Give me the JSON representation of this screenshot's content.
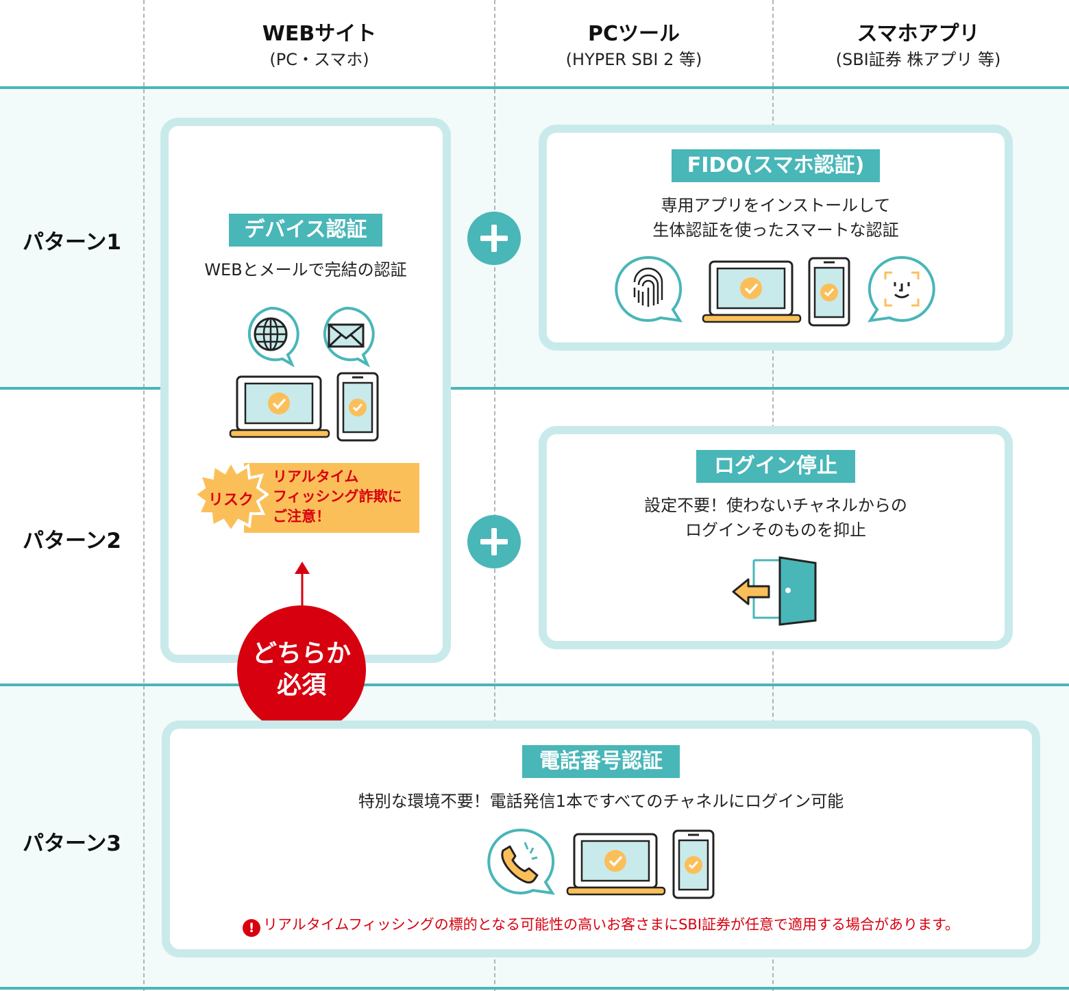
{
  "columns": [
    {
      "title": "WEBサイト",
      "subtitle": "(PC・スマホ)"
    },
    {
      "title": "PCツール",
      "subtitle": "(HYPER SBI 2 等)"
    },
    {
      "title": "スマホアプリ",
      "subtitle": "(SBI証券 株アプリ 等)"
    }
  ],
  "rows": [
    "パターン1",
    "パターン2",
    "パターン3"
  ],
  "device_auth": {
    "tag": "デバイス認証",
    "desc": "WEBとメールで完結の認証",
    "risk_badge": "リスク",
    "risk_text": [
      "リアルタイム",
      "フィッシング詐欺に",
      "ご注意！"
    ]
  },
  "fido": {
    "tag": "FIDO(スマホ認証)",
    "desc": [
      "専用アプリをインストールして",
      "生体認証を使ったスマートな認証"
    ]
  },
  "login_stop": {
    "tag": "ログイン停止",
    "desc": [
      "設定不要！使わないチャネルからの",
      "ログインそのものを抑止"
    ]
  },
  "phone_auth": {
    "tag": "電話番号認証",
    "desc": "特別な環境不要！電話発信1本ですべてのチャネルにログイン可能",
    "note": "リアルタイムフィッシングの標的となる可能性の高いお客さまにSBI証券が任意で適用する場合があります。"
  },
  "required": [
    "どちらか",
    "必須"
  ],
  "colors": {
    "teal": "#49b6b8",
    "teal_light": "#c9eaea",
    "band": "#f2fafa",
    "red": "#d7000f",
    "orange": "#fbbf5a",
    "screen": "#c9eaea"
  },
  "icons": [
    "globe-icon",
    "mail-icon",
    "laptop-icon",
    "smartphone-icon",
    "fingerprint-icon",
    "face-id-icon",
    "door-exit-icon",
    "phone-call-icon",
    "warning-icon"
  ]
}
